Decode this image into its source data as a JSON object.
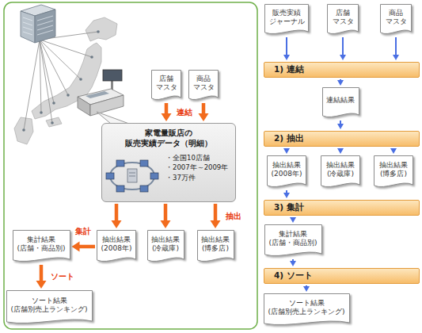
{
  "diagram": {
    "nodes": [
      {
        "text": [
          "店舗 マスタ"
        ]
      },
      {
        "text": [
          "商品 マスタ"
        ]
      },
      {
        "text": [
          "家電量販店の 販売実績データ（明細）",
          "・全国10店舗",
          "・2007年～2009年",
          "・37万件"
        ]
      },
      {
        "text": [
          "集計結果 (店舗・商品別)"
        ]
      },
      {
        "text": [
          "抽出結果 (2008年)"
        ]
      },
      {
        "text": [
          "抽出結果 (冷蔵庫)"
        ]
      },
      {
        "text": [
          "抽出結果 (博多店)"
        ]
      },
      {
        "text": [
          "ソート結果 (店舗別売上ランキング)"
        ]
      },
      {
        "text": [
          "販売実績 ジャーナル"
        ]
      },
      {
        "text": [
          "店舗 マスタ"
        ]
      },
      {
        "text": [
          "商品 マスタ"
        ]
      },
      {
        "text": [
          "1) 連結"
        ]
      },
      {
        "text": [
          "連結結果"
        ]
      },
      {
        "text": [
          "2) 抽出"
        ]
      },
      {
        "text": [
          "抽出結果 (2008年)"
        ]
      },
      {
        "text": [
          "抽出結果 (冷蔵庫)"
        ]
      },
      {
        "text": [
          "抽出結果 (博多店)"
        ]
      },
      {
        "text": [
          "3) 集計"
        ]
      },
      {
        "text": [
          "集計結果 (店舗・商品別)"
        ]
      },
      {
        "text": [
          "4) ソート"
        ]
      },
      {
        "text": [
          "ソート結果 (店舗別売上ランキング)"
        ]
      }
    ],
    "edges": [
      {
        "from": 0,
        "to": 2,
        "arrow": "to"
      },
      {
        "from": 1,
        "to": 2,
        "label": "連結",
        "arrow": "to"
      },
      {
        "from": 2,
        "to": 4,
        "arrow": "to"
      },
      {
        "from": 2,
        "to": 5,
        "arrow": "to"
      },
      {
        "from": 2,
        "to": 6,
        "label": "抽出",
        "arrow": "to"
      },
      {
        "from": 4,
        "to": 3,
        "label": "集計",
        "arrow": "to"
      },
      {
        "from": 3,
        "to": 7,
        "label": "ソート",
        "arrow": "to"
      },
      {
        "from": 8,
        "to": 11,
        "arrow": "to"
      },
      {
        "from": 9,
        "to": 11,
        "arrow": "to"
      },
      {
        "from": 10,
        "to": 11,
        "arrow": "to"
      },
      {
        "from": 11,
        "to": 12,
        "arrow": "to"
      },
      {
        "from": 12,
        "to": 13,
        "arrow": "to"
      },
      {
        "from": 13,
        "to": 14,
        "arrow": "to"
      },
      {
        "from": 13,
        "to": 15,
        "arrow": "to"
      },
      {
        "from": 13,
        "to": 16,
        "arrow": "to"
      },
      {
        "from": 14,
        "to": 17,
        "arrow": "to"
      },
      {
        "from": 17,
        "to": 18,
        "arrow": "to"
      },
      {
        "from": 18,
        "to": 19,
        "arrow": "to"
      },
      {
        "from": 19,
        "to": 20,
        "arrow": "to"
      }
    ]
  }
}
